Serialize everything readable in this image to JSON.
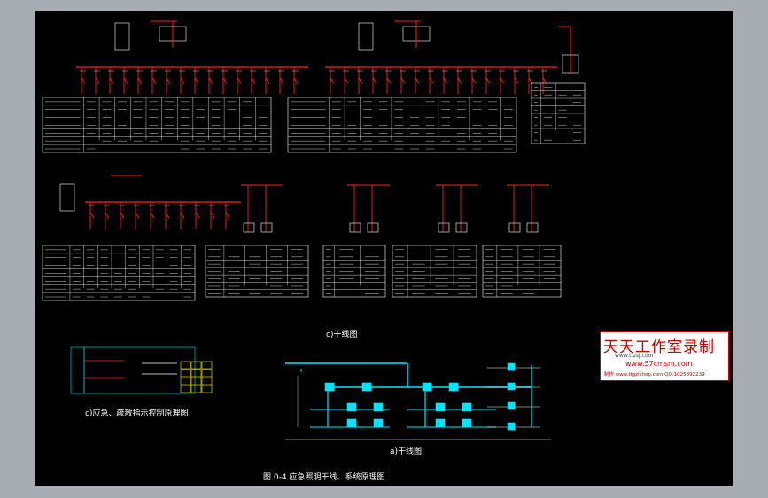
{
  "captions": {
    "c_trunk": "c)干线图",
    "c_control": "c)应急、疏散指示控制原理图",
    "a_trunk": "a)干线图",
    "figure": "图 0-4  应急照明干线、系统原理图"
  },
  "watermark": {
    "title": "天天工作室录制",
    "url_small": "www.ttzsj.com",
    "url_main": "www.57cmsm.com",
    "line3": "制作 www.ttgzlshop.com  QQ:1025892239"
  },
  "colors": {
    "background": "#000000",
    "frame": "#a8adb4",
    "wire_red": "#ff2020",
    "wire_cyan": "#00e5ff",
    "line_white": "#ffffff",
    "accent_yellow": "#ffff00"
  }
}
